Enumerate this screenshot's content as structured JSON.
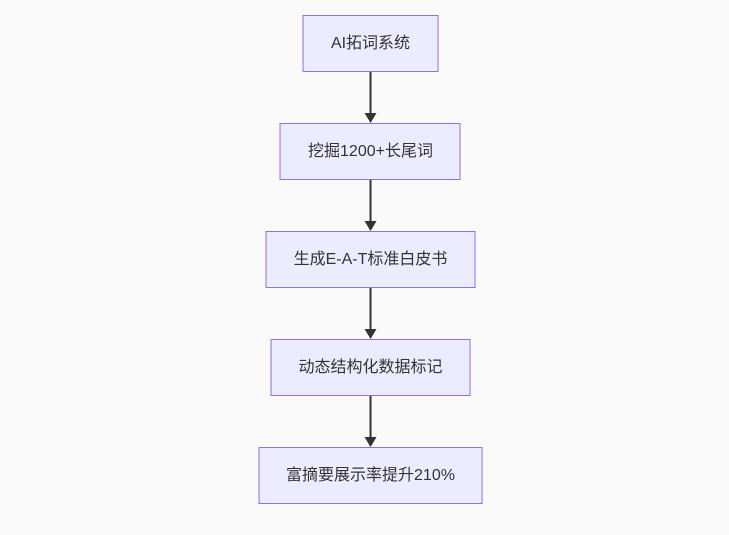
{
  "diagram": {
    "type": "flowchart",
    "direction": "top-down",
    "nodes": [
      {
        "id": "A",
        "label": "AI拓词系统"
      },
      {
        "id": "B",
        "label": "挖掘1200+长尾词"
      },
      {
        "id": "C",
        "label": "生成E-A-T标准白皮书"
      },
      {
        "id": "D",
        "label": "动态结构化数据标记"
      },
      {
        "id": "E",
        "label": "富摘要展示率提升210%"
      }
    ],
    "edges": [
      {
        "from": "A",
        "to": "B"
      },
      {
        "from": "B",
        "to": "C"
      },
      {
        "from": "C",
        "to": "D"
      },
      {
        "from": "D",
        "to": "E"
      }
    ],
    "colors": {
      "node_fill": "#ECECFF",
      "node_border": "#9370DB",
      "node_text": "#333333",
      "arrow": "#333333",
      "background": "#fafafa"
    }
  }
}
